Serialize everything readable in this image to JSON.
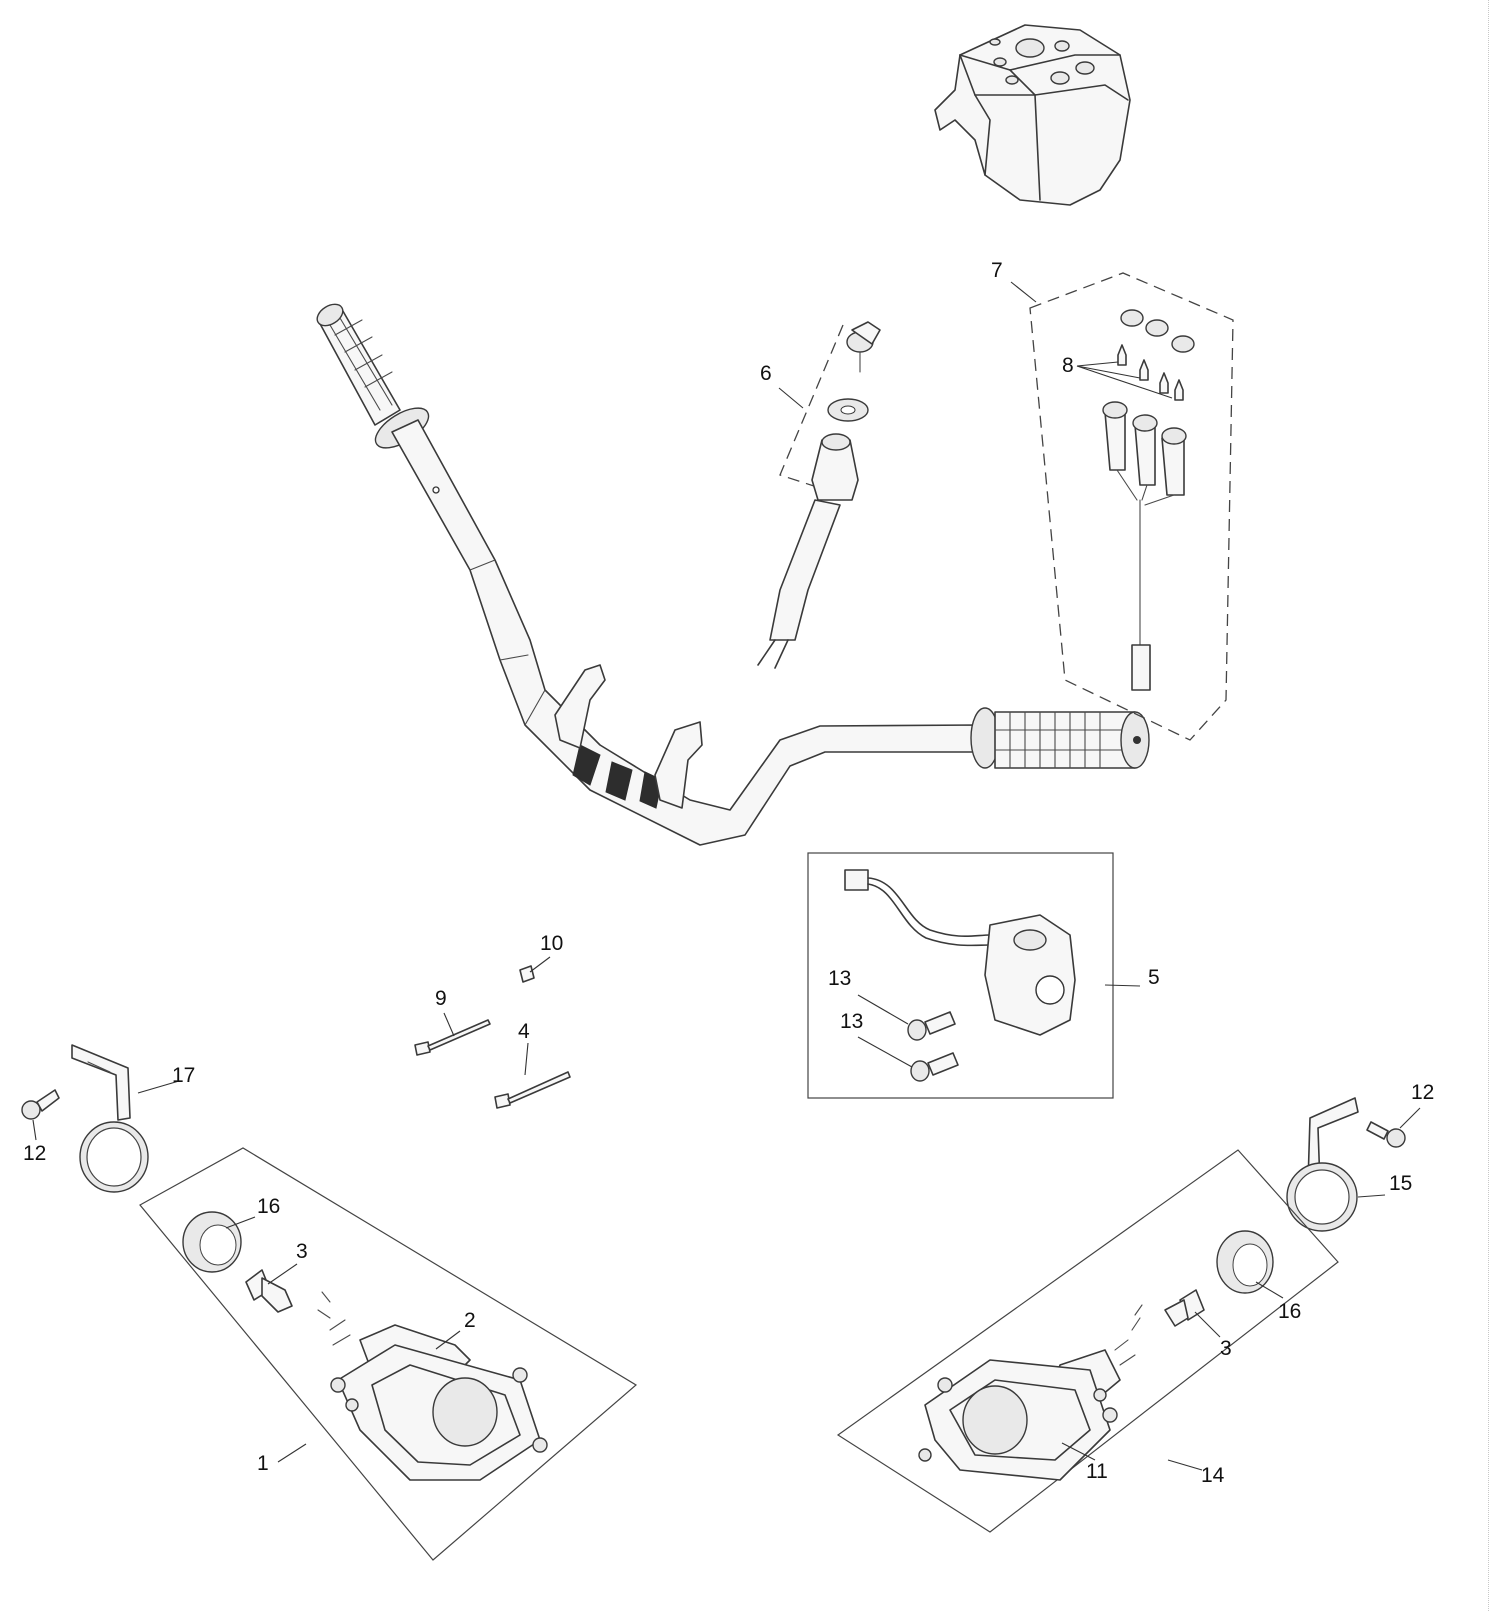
{
  "callouts": {
    "c1": "1",
    "c2": "2",
    "c3a": "3",
    "c3b": "3",
    "c4": "4",
    "c5": "5",
    "c6": "6",
    "c7": "7",
    "c8": "8",
    "c9": "9",
    "c10": "10",
    "c11": "11",
    "c12a": "12",
    "c12b": "12",
    "c13a": "13",
    "c13b": "13",
    "c14": "14",
    "c15": "15",
    "c16a": "16",
    "c16b": "16",
    "c17": "17"
  },
  "icons": [
    "instrument-cover-icon",
    "handlebar-icon",
    "ignition-switch-icon",
    "indicator-lamps-icon",
    "handlebar-switch-icon",
    "cable-tie-icon",
    "clip-nut-icon",
    "bracket-clamp-icon",
    "bolt-icon",
    "headlight-assembly-icon",
    "bulb-icon",
    "rubber-boot-icon"
  ]
}
